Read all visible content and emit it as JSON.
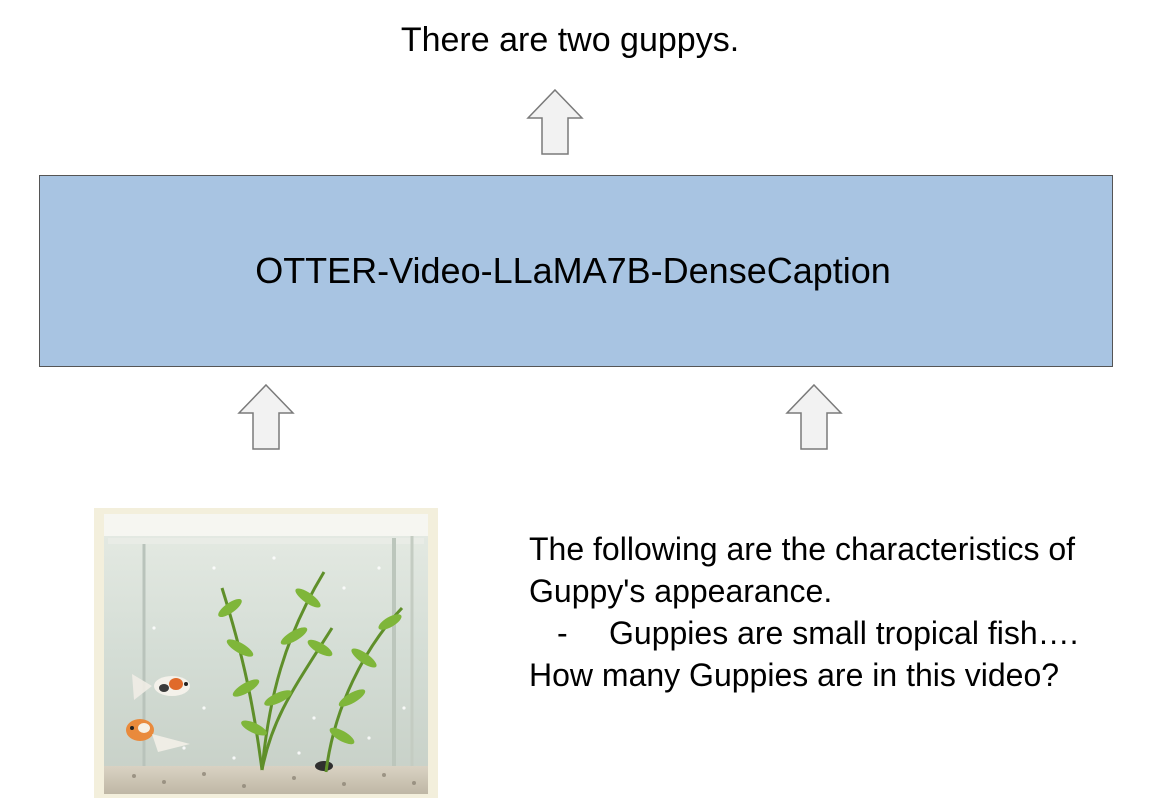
{
  "output": {
    "text": "There are two guppys."
  },
  "model": {
    "label": "OTTER-Video-LLaMA7B-DenseCaption",
    "fill_color": "#a8c4e2"
  },
  "arrows": {
    "fill_color": "#f2f2f2",
    "stroke_color": "#7a7a7a"
  },
  "video": {
    "subject": "aquarium-with-guppies"
  },
  "prompt": {
    "line1": "The following are the characteristics of",
    "line2": "Guppy's appearance.",
    "bullet_marker": "-",
    "bullet_text": "Guppies are small tropical fish….",
    "question": "How many Guppies are in this video?"
  }
}
